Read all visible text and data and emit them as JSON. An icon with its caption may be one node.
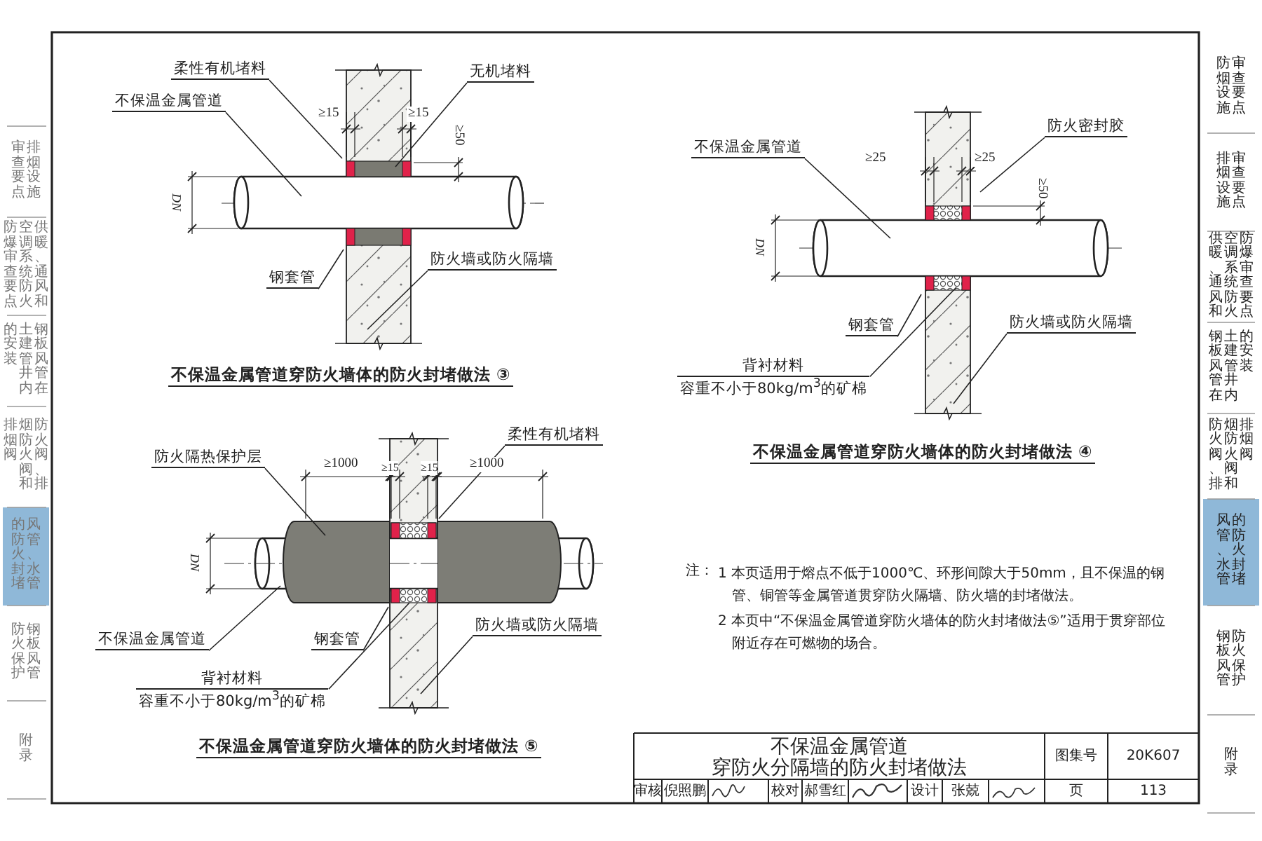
{
  "diagram": {
    "nodes": [
      {
        "text": [
          "柔性有机堵料"
        ]
      },
      {
        "text": [
          "无机堵料"
        ]
      },
      {
        "text": [
          "不保温金属管道"
        ]
      },
      {
        "text": [
          "钢套管"
        ]
      },
      {
        "text": [
          "防火墙或防火隔墙"
        ]
      },
      {
        "text": [
          "防火密封胶"
        ]
      },
      {
        "text": [
          "不保温金属管道"
        ]
      },
      {
        "text": [
          "钢套管"
        ]
      },
      {
        "text": [
          "防火墙或防火隔墙"
        ]
      },
      {
        "text": [
          "背衬材料",
          "容重不小于80kg/m$^{3}$的矿棉"
        ]
      },
      {
        "text": [
          "防火隔热保护层"
        ]
      },
      {
        "text": [
          "柔性有机堵料"
        ]
      },
      {
        "text": [
          "不保温金属管道"
        ]
      },
      {
        "text": [
          "钢套管"
        ]
      },
      {
        "text": [
          "防火墙或防火隔墙"
        ]
      },
      {
        "text": [
          "背衬材料",
          "容重不小于80kg/m$^{3}$的矿棉"
        ]
      }
    ],
    "edges": [
      {
        "from": 0,
        "to": null,
        "arrow": "none"
      },
      {
        "from": 1,
        "to": null,
        "arrow": "none"
      },
      {
        "from": 2,
        "to": null,
        "arrow": "none"
      },
      {
        "from": 3,
        "to": null,
        "arrow": "none"
      },
      {
        "from": 4,
        "to": null,
        "arrow": "none"
      },
      {
        "from": 5,
        "to": null,
        "arrow": "none"
      },
      {
        "from": 6,
        "to": null,
        "arrow": "none"
      },
      {
        "from": 7,
        "to": null,
        "arrow": "none"
      },
      {
        "from": 8,
        "to": null,
        "arrow": "none"
      },
      {
        "from": 9,
        "to": null,
        "arrow": "none"
      },
      {
        "from": 10,
        "to": null,
        "arrow": "none"
      },
      {
        "from": 11,
        "to": null,
        "arrow": "none"
      },
      {
        "from": 12,
        "to": null,
        "arrow": "none"
      },
      {
        "from": 13,
        "to": null,
        "arrow": "none"
      },
      {
        "from": 14,
        "to": null,
        "arrow": "none"
      },
      {
        "from": 15,
        "to": null,
        "arrow": "none"
      }
    ],
    "labels": [
      "≥15",
      "≥15",
      "≥50",
      "DN",
      "不保温金属管道穿防火墙体的防火封堵做法 ③",
      "≥25",
      "≥25",
      "≥50",
      "DN",
      "不保温金属管道穿防火墙体的防火封堵做法 ④",
      "≥1000",
      "≥15",
      "≥15",
      "≥1000",
      "DN",
      "不保温金属管道穿防火墙体的防火封堵做法 ⑤",
      "注：",
      "1 本页适用于熔点不低于1000℃、环形间隙大于50mm，且不保温的钢管、铜管等金属管道贯穿防火隔墙、防火墙的封堵做法。",
      "2 本页中“不保温金属管道穿防火墙体的防火封堵做法⑤”适用于贯穿部位附近存在可燃物的场合。",
      "不保温金属管道",
      "穿防火分隔墙的防火封堵做法",
      "图集号",
      "20K607",
      "审核",
      "倪照鹏",
      "校对",
      "郝雪红",
      "设计",
      "张兢",
      "页",
      "113",
      "防烟设施审查要点",
      "排烟设施审查要点",
      "供暖、通风和空调系统防火防爆审查要点",
      "钢板风管在土建管井内的安装",
      "防火阀、排烟防火阀和排烟阀",
      "风管、水管的防火封堵",
      "钢板风管防火保护",
      "附录",
      "排烟设施审查要点",
      "供暖、通风和空调系统防火防爆审查要点",
      "钢板风管在土建管井内的安装",
      "防火阀、排烟防火阀和排烟阀",
      "风管、水管的防火封堵",
      "钢板风管防火保护",
      "附录"
    ]
  }
}
